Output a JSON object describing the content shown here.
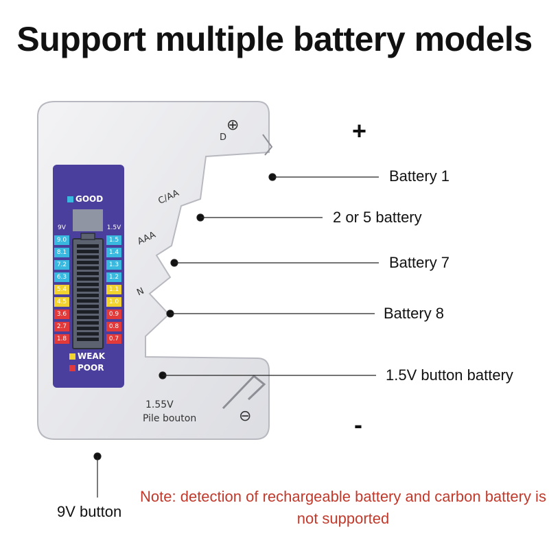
{
  "title": "Support multiple battery models",
  "callouts": {
    "battery1": "Battery 1",
    "battery2or5": "2 or 5 battery",
    "battery7": "Battery 7",
    "battery8": "Battery 8",
    "button15": "1.5V button battery",
    "button9v": "9V button"
  },
  "signs": {
    "plus": "+",
    "minus": "-"
  },
  "note": "Note: detection of rechargeable battery and carbon battery is not supported",
  "device": {
    "slot_d": "D",
    "slot_caa": "C/AA",
    "slot_aaa": "AAA",
    "slot_n": "N",
    "button_voltage": "1.55V",
    "button_label": "Pile bouton",
    "plus_symbol": "⊕",
    "minus_symbol": "⊖",
    "legend_good": "GOOD",
    "legend_weak": "WEAK",
    "legend_poor": "POOR",
    "left_header": "9V",
    "right_header": "1.5V",
    "left_scale": [
      "9.0",
      "8.1",
      "7.2",
      "6.3",
      "5.4",
      "4.5",
      "3.6",
      "2.7",
      "1.8"
    ],
    "right_scale": [
      "1.5",
      "1.4",
      "1.3",
      "1.2",
      "1.1",
      "1.0",
      "0.9",
      "0.8",
      "0.7"
    ],
    "scale_colors": [
      "#39b9e0",
      "#39b9e0",
      "#39b9e0",
      "#39b9e0",
      "#f2d22e",
      "#f2d22e",
      "#e23a3a",
      "#e23a3a",
      "#e23a3a"
    ],
    "accent_colors": {
      "panel": "#4b3f9e",
      "good": "#39b9e0",
      "weak": "#f2d22e",
      "poor": "#e23a3a"
    }
  }
}
